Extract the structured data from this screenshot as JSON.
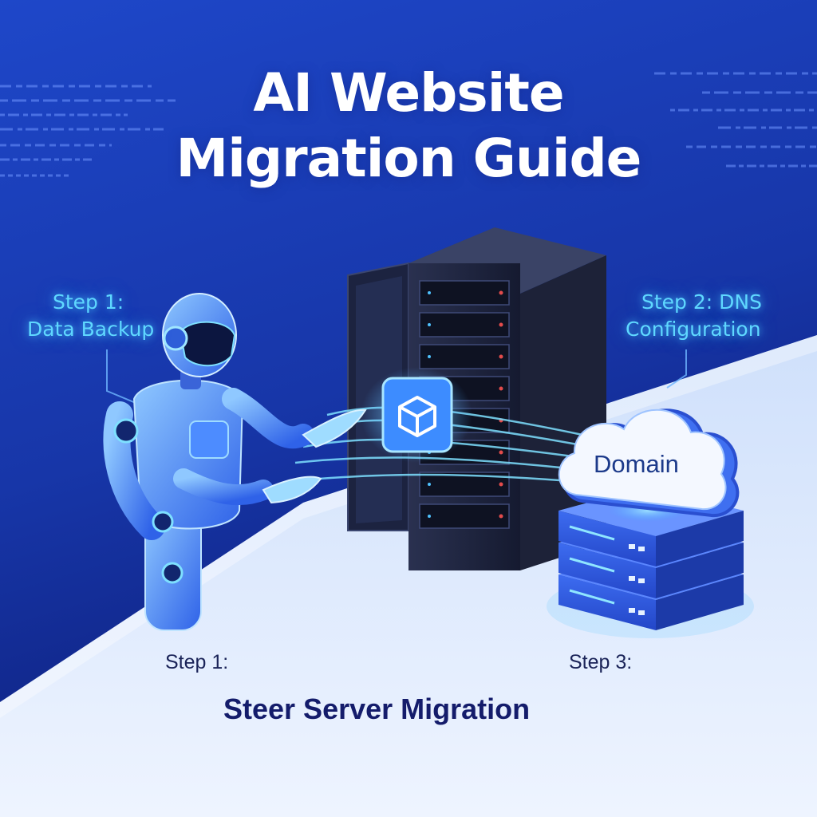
{
  "title": {
    "line1": "AI Website",
    "line2": "Migration Guide"
  },
  "steps": {
    "step1_top_number": "Step 1:",
    "step1_top_label": "Data Backup",
    "step2_number": "Step 2: DNS",
    "step2_label": "Configuration",
    "step1_bottom": "Step 1:",
    "step3": "Step 3:"
  },
  "bottom_caption": "Steer Server Migration",
  "cloud_label": "Domain",
  "icons": [
    "robot-icon",
    "server-rack-icon",
    "cube-icon",
    "cloud-icon",
    "server-stack-icon"
  ],
  "colors": {
    "background_top": "#1b3fbf",
    "background_bottom": "#0e1f7a",
    "floor": "#dbe7fb",
    "glow_text": "#5fd8ff",
    "title_text": "#ffffff",
    "dark_text": "#141c6b"
  }
}
